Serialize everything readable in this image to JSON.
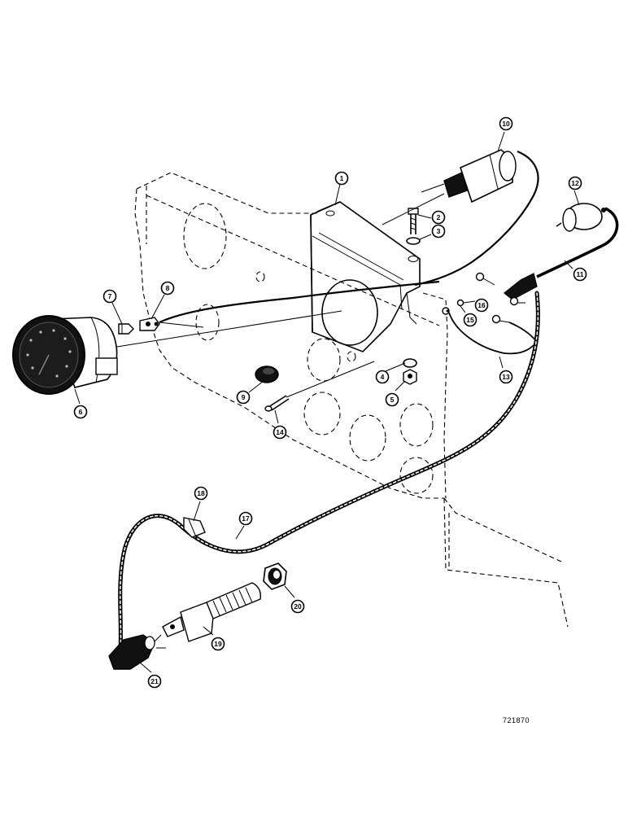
{
  "figure_number": "721870",
  "callouts": [
    {
      "id": "callout-1",
      "label": "1"
    },
    {
      "id": "callout-2",
      "label": "2"
    },
    {
      "id": "callout-3",
      "label": "3"
    },
    {
      "id": "callout-4",
      "label": "4"
    },
    {
      "id": "callout-5",
      "label": "5"
    },
    {
      "id": "callout-6",
      "label": "6"
    },
    {
      "id": "callout-7",
      "label": "7"
    },
    {
      "id": "callout-8",
      "label": "8"
    },
    {
      "id": "callout-9",
      "label": "9"
    },
    {
      "id": "callout-10",
      "label": "10"
    },
    {
      "id": "callout-11",
      "label": "11"
    },
    {
      "id": "callout-12",
      "label": "12"
    },
    {
      "id": "callout-13",
      "label": "13"
    },
    {
      "id": "callout-14",
      "label": "14"
    },
    {
      "id": "callout-15",
      "label": "15"
    },
    {
      "id": "callout-16",
      "label": "16"
    },
    {
      "id": "callout-17",
      "label": "17"
    },
    {
      "id": "callout-18",
      "label": "18"
    },
    {
      "id": "callout-19",
      "label": "19"
    },
    {
      "id": "callout-20",
      "label": "20"
    },
    {
      "id": "callout-21",
      "label": "21"
    }
  ]
}
